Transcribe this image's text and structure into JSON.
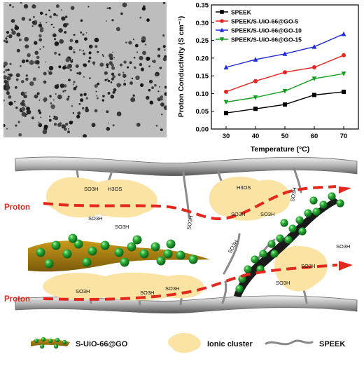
{
  "colors": {
    "tem_background": "#b9b9b9",
    "particle": "#2a2a2a",
    "membrane": "#9a9a9a",
    "ionic_cluster": "#fbe3a4",
    "proton_path": "#e3281f",
    "graphene_oxide": "#a87d0e",
    "uio66_sphere": "#1e9a2c",
    "ionic_strand": "#888888"
  },
  "icons": {
    "tem_image": "micrograph-particles",
    "go_sheet": "graphene-sheet-with-spheres",
    "cluster": "cloud-blob",
    "polymer": "wavy-strand"
  },
  "chart_data": {
    "type": "line",
    "x": [
      30,
      40,
      50,
      60,
      70
    ],
    "xlabel": "Temperature (°C)",
    "ylabel": "Proton Conductivity (S cm⁻¹)",
    "xlim": [
      25,
      75
    ],
    "ylim": [
      0.0,
      0.35
    ],
    "xticks": [
      "30",
      "40",
      "50",
      "60",
      "70"
    ],
    "yticks": [
      "0.00",
      "0.05",
      "0.10",
      "0.15",
      "0.20",
      "0.25",
      "0.30",
      "0.35"
    ],
    "grid": false,
    "legend_position": "top-left",
    "series": [
      {
        "name": "SPEEK",
        "values": [
          0.045,
          0.057,
          0.069,
          0.096,
          0.105
        ],
        "color": "#000000",
        "marker": "square"
      },
      {
        "name": "SPEEK/S-UiO-66@GO-5",
        "values": [
          0.105,
          0.135,
          0.16,
          0.174,
          0.208
        ],
        "color": "#e8231f",
        "marker": "circle"
      },
      {
        "name": "SPEEK/S-UiO-66@GO-10",
        "values": [
          0.174,
          0.196,
          0.212,
          0.232,
          0.268
        ],
        "color": "#1f2bd8",
        "marker": "triangle-up"
      },
      {
        "name": "SPEEK/S-UiO-66@GO-15",
        "values": [
          0.076,
          0.089,
          0.107,
          0.142,
          0.156
        ],
        "color": "#139c1d",
        "marker": "triangle-down"
      }
    ]
  },
  "scheme": {
    "proton_label_top": "Proton",
    "proton_label_bottom": "Proton",
    "groups": [
      "SO3H",
      "H3OS",
      "SO3H",
      "SO3H",
      "SO3H",
      "H3OS",
      "SO3H",
      "SO3H",
      "SO3H",
      "SO3H",
      "SO3H",
      "SO3H",
      "SO3H",
      "SO3H",
      "SO3H",
      "SO3H"
    ],
    "legend": {
      "go_label": "S-UiO-66@GO",
      "cluster_label": "Ionic cluster",
      "polymer_label": "SPEEK"
    }
  }
}
